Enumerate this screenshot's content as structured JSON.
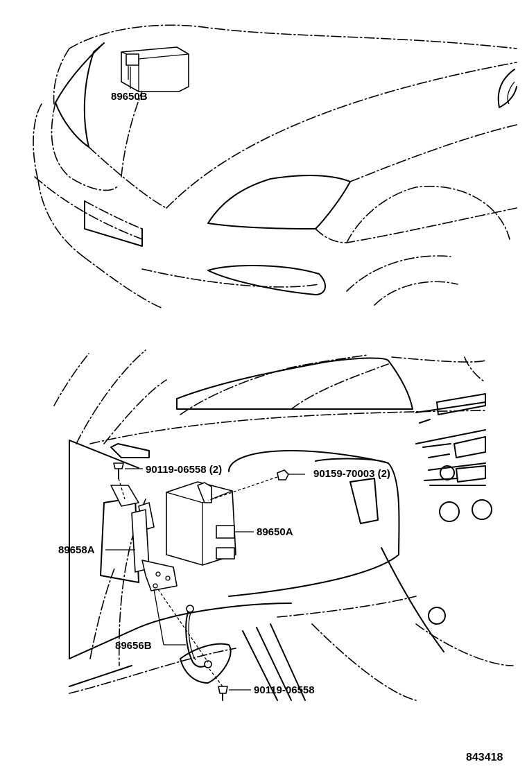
{
  "diagram_code": "843418",
  "top_view": {
    "callouts": [
      {
        "id": "buzzer",
        "part_number": "89650B"
      }
    ]
  },
  "bottom_view": {
    "callouts": [
      {
        "id": "bolt_upper",
        "part_number": "90119-06558 (2)"
      },
      {
        "id": "nut_upper",
        "part_number": "90159-70003 (2)"
      },
      {
        "id": "ecu",
        "part_number": "89650A"
      },
      {
        "id": "bracket",
        "part_number": "89658A"
      },
      {
        "id": "ground_wire",
        "part_number": "89656B"
      },
      {
        "id": "bolt_lower",
        "part_number": "90119-06558"
      }
    ]
  }
}
